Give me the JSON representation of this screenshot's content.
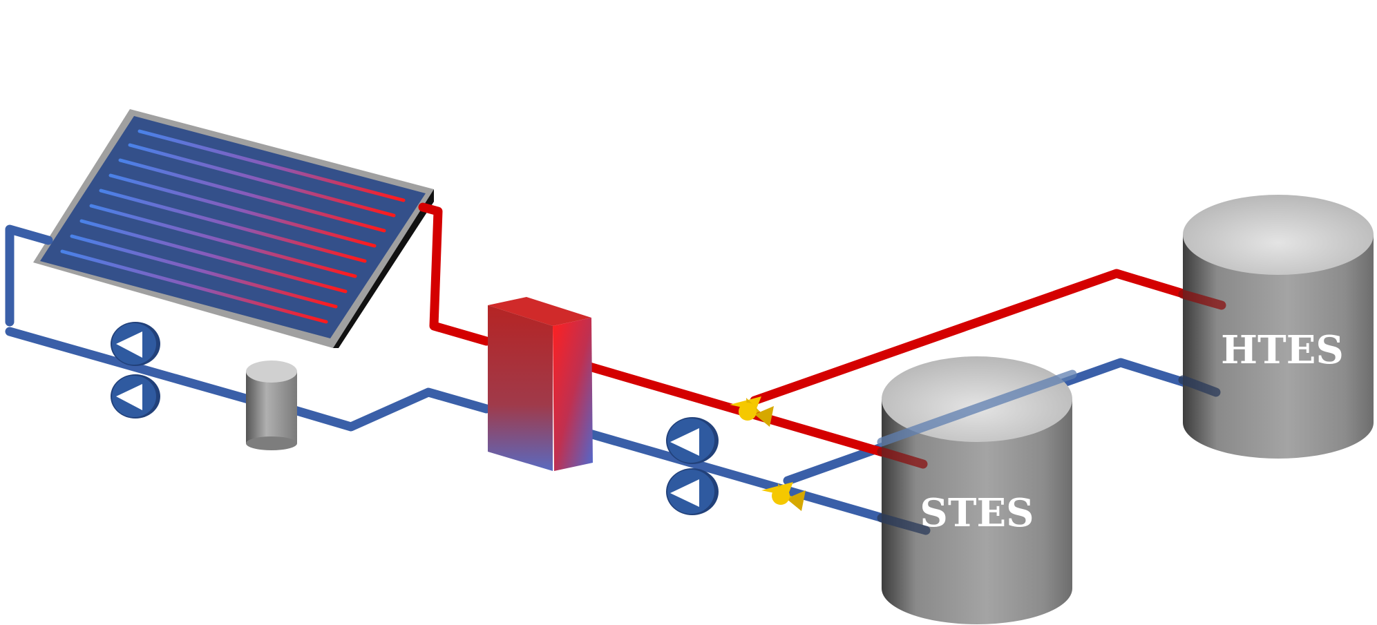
{
  "labels": {
    "stes": "STES",
    "htes": "HTES"
  },
  "colors": {
    "hot_pipe": "#d40000",
    "cold_pipe": "#3a5fa8",
    "collector_panel": "#34508a",
    "collector_frame": "#8a8a8a",
    "tank_body": "#9a9a9a",
    "valve": "#f5c800",
    "pump": "#2f5aa0"
  },
  "components": [
    {
      "name": "solar-collector",
      "icon": "solar-panel-icon"
    },
    {
      "name": "circulation-pump",
      "icon": "pump-icon"
    },
    {
      "name": "expansion-vessel",
      "icon": "vessel-icon"
    },
    {
      "name": "heat-exchanger",
      "icon": "heat-exchanger-icon"
    },
    {
      "name": "storage-pump",
      "icon": "pump-icon"
    },
    {
      "name": "three-way-valve",
      "icon": "valve-icon"
    },
    {
      "name": "stes-tank",
      "icon": "tank-icon"
    },
    {
      "name": "htes-tank",
      "icon": "tank-icon"
    }
  ]
}
